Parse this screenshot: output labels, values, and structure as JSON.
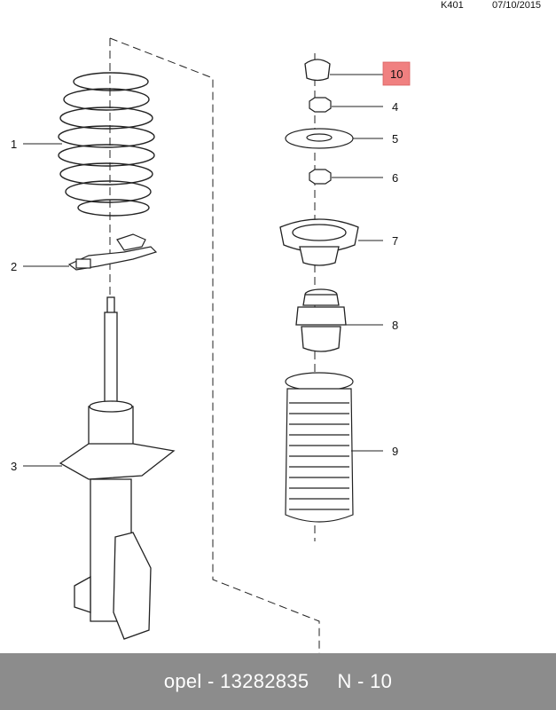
{
  "header": {
    "code": "K401",
    "date": "07/10/2015"
  },
  "callouts": [
    {
      "id": "1",
      "label": "1"
    },
    {
      "id": "2",
      "label": "2"
    },
    {
      "id": "3",
      "label": "3"
    },
    {
      "id": "4",
      "label": "4"
    },
    {
      "id": "5",
      "label": "5"
    },
    {
      "id": "6",
      "label": "6"
    },
    {
      "id": "7",
      "label": "7"
    },
    {
      "id": "8",
      "label": "8"
    },
    {
      "id": "9",
      "label": "9"
    },
    {
      "id": "10",
      "label": "10",
      "highlighted": true
    }
  ],
  "highlight_color": "#f08080",
  "footer": {
    "brand": "opel",
    "separator": "-",
    "part_number": "13282835",
    "ref": "N - 10"
  }
}
